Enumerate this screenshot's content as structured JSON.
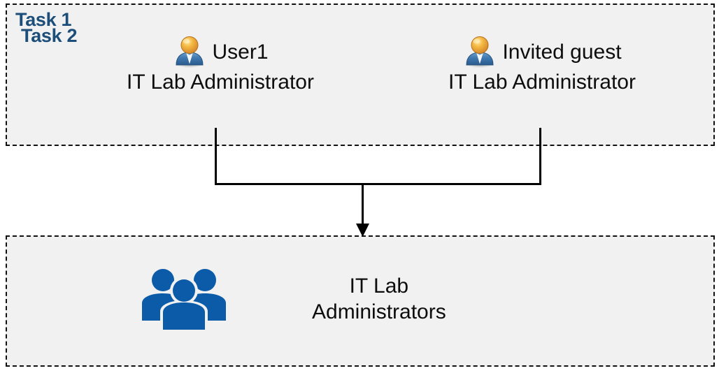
{
  "diagram": {
    "title": "Task 1 / Task 2 group membership diagram",
    "background": "#ffffff",
    "box_fill": "#F1F1F1",
    "box_border": "#111111",
    "label_color": "#1C4E79",
    "text_color": "#0d0d0d",
    "group_icon_color": "#0B5BA8",
    "connector_color": "#000000"
  },
  "task1": {
    "label": "Task 1",
    "people": [
      {
        "icon": "user-icon",
        "name": "User1",
        "role": "IT Lab Administrator"
      },
      {
        "icon": "user-icon",
        "name": "Invited guest",
        "role": "IT Lab Administrator"
      }
    ]
  },
  "task2": {
    "label": "Task 2",
    "group": {
      "icon": "people-group-icon",
      "name": "IT Lab\nAdministrators"
    }
  },
  "connector": {
    "type": "merge-arrow",
    "from": [
      "User1",
      "Invited guest"
    ],
    "to": "IT Lab Administrators",
    "arrow_head": "down"
  }
}
